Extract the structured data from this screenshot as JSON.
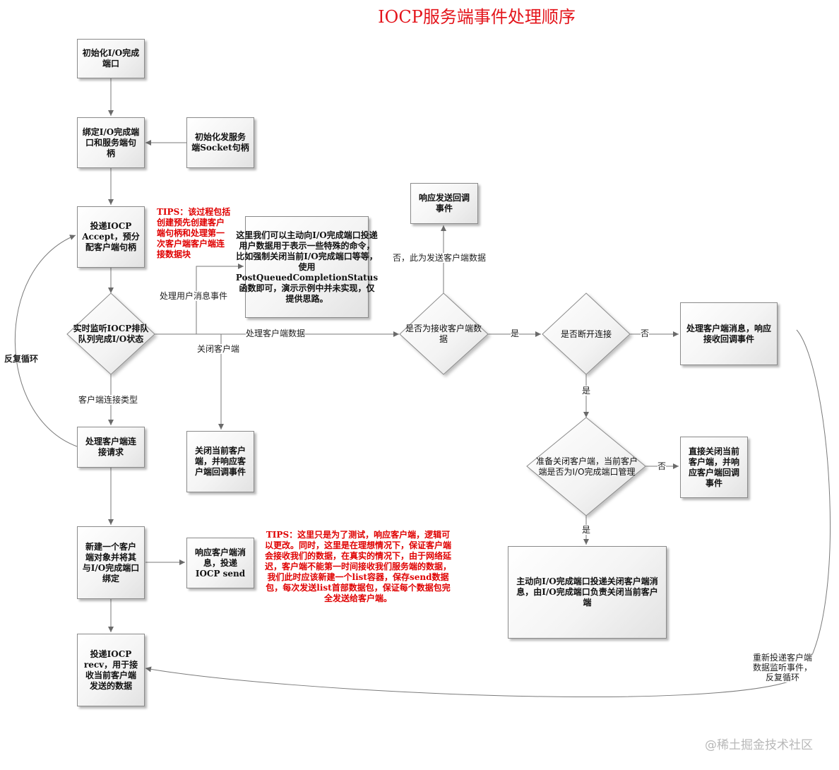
{
  "title": "IOCP服务端事件处理顺序",
  "watermark": "@稀土掘金技术社区",
  "nodes": {
    "init_port": "初始化I/O完成端口",
    "bind_port": "绑定I/O完成端口和服务端句柄",
    "init_socket": "初始化发服务端Socket句柄",
    "post_accept": "投递IOCP Accept，预分配客户端句柄",
    "monitor": "实时监听IOCP排队队列完成I/O状态",
    "handle_connect": "处理客户端连接请求",
    "new_client": "新建一个客户端对象并将其与I/O完成端口绑定",
    "post_recv": "投递IOCP recv，用于接收当前客户端发送的数据",
    "respond_send": "响应客户端消息，投递IOCP send",
    "close_client": "关闭当前客户端，并响应客户端回调事件",
    "user_msg_note": "这里我们可以主动向I/O完成端口投递用户数据用于表示一些特殊的命令，比如强制关闭当前I/O完成端口等等，使用PostQueuedCompletionStatus函数即可，演示示例中并未实现，仅提供思路。",
    "is_recv": "是否为接收客户端数据",
    "respond_send_cb": "响应发送回调事件",
    "is_disconnect": "是否断开连接",
    "handle_client_msg": "处理客户端消息，响应接收回调事件",
    "prepare_close": "准备关闭客户端，当前客户端是否为I/O完成端口管理",
    "direct_close": "直接关闭当前客户端，并响应客户端回调事件",
    "active_close": "主动向I/O完成端口投递关闭客户端消息，由I/O完成端口负责关闭当前客户端"
  },
  "labels": {
    "loop": "反复循环",
    "user_msg_event": "处理用户消息事件",
    "client_data": "处理客户端数据",
    "close_client": "关闭客户端",
    "conn_type": "客户端连接类型",
    "no_send": "否，此为发送客户端数据",
    "yes1": "是",
    "no1": "否",
    "yes2": "是",
    "no2": "否",
    "yes3": "是",
    "repost": "重新投递客户端数据监听事件，反复循环"
  },
  "tips": {
    "tip1": "TIPS：该过程包括创建预先创建客户端句柄和处理第一次客户端客户端连接数据块",
    "tip2": "TIPS：这里只是为了测试，响应客户端，逻辑可以更改。同时，这里是在理想情况下，保证客户端会接收我们的数据，在真实的情况下，由于网络延迟，客户端不能第一时间接收我们服务端的数据，我们此时应该新建一个list容器，保存send数据包，每次发送list首部数据包，保证每个数据包完全发送给客户端。"
  },
  "colors": {
    "title": "#e4141b",
    "tips": "#e00000",
    "line": "#7a7a7a"
  }
}
